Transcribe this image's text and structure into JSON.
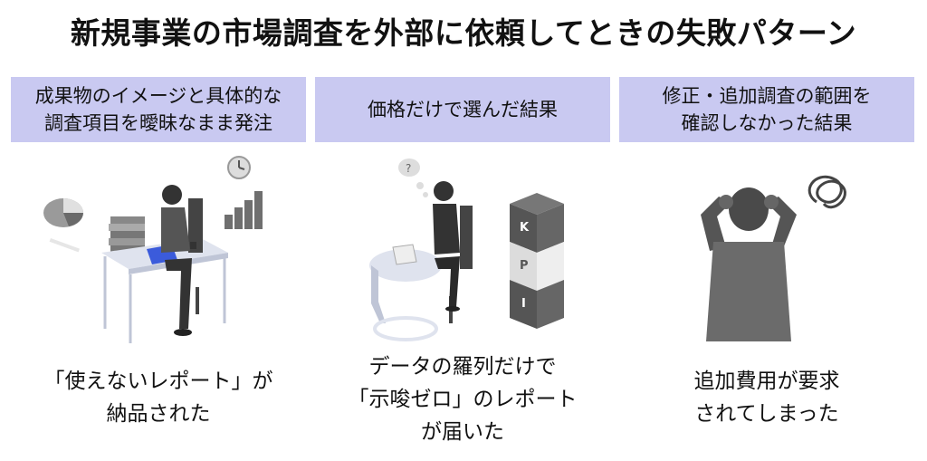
{
  "title": "新規事業の市場調査を外部に依頼してときの失敗パターン",
  "columns": [
    {
      "header_lines": [
        "成果物のイメージと具体的な",
        "調査項目を曖昧なまま発注"
      ],
      "caption_lines": [
        "「使えないレポート」が",
        "納品された"
      ],
      "illustration": "person-working-at-laptop-with-charts"
    },
    {
      "header_lines": [
        "価格だけで選んだ結果"
      ],
      "caption_lines": [
        "データの羅列だけで",
        "「示唆ゼロ」のレポート",
        "が届いた"
      ],
      "illustration": "confused-person-at-desk-with-kpi-blocks",
      "kpi_letters": [
        "K",
        "P",
        "I"
      ]
    },
    {
      "header_lines": [
        "修正・追加調査の範囲を",
        "確認しなかった結果"
      ],
      "caption_lines": [
        "追加費用が要求",
        "されてしまった"
      ],
      "illustration": "stressed-person-holding-head"
    }
  ],
  "colors": {
    "header_bg": "#c9c9f1",
    "figure_dark": "#555555",
    "accent_blue": "#3b5bdb"
  }
}
